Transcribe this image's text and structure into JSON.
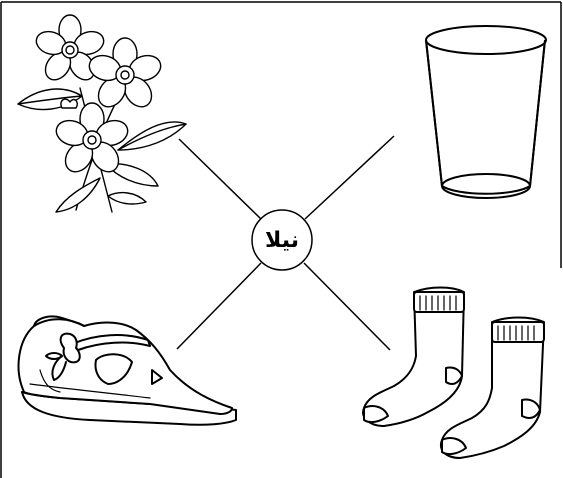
{
  "worksheet": {
    "center_word": "نیلا",
    "pictures": [
      {
        "name": "flowers",
        "position": "top-left"
      },
      {
        "name": "glass",
        "position": "top-right"
      },
      {
        "name": "shoe",
        "position": "bottom-left"
      },
      {
        "name": "socks",
        "position": "bottom-right"
      }
    ],
    "colors": {
      "ink": "#000000",
      "paper": "#ffffff"
    }
  }
}
